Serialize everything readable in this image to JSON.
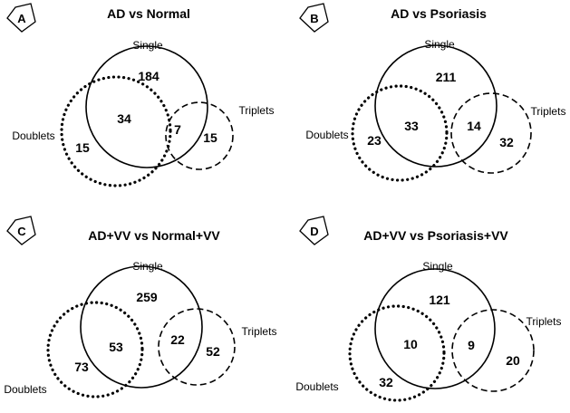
{
  "panels": [
    {
      "letter": "A",
      "title": "AD vs Normal",
      "sets": {
        "single": "Single",
        "doublets": "Doublets",
        "triplets": "Triplets"
      },
      "counts": {
        "single_only": "184",
        "single_doublets": "34",
        "doublets_only": "15",
        "single_triplets": "7",
        "triplets_only": "15"
      }
    },
    {
      "letter": "B",
      "title": "AD vs Psoriasis",
      "sets": {
        "single": "Single",
        "doublets": "Doublets",
        "triplets": "Triplets"
      },
      "counts": {
        "single_only": "211",
        "single_doublets": "33",
        "doublets_only": "23",
        "single_triplets": "14",
        "triplets_only": "32"
      }
    },
    {
      "letter": "C",
      "title": "AD+VV vs Normal+VV",
      "sets": {
        "single": "Single",
        "doublets": "Doublets",
        "triplets": "Triplets"
      },
      "counts": {
        "single_only": "259",
        "single_doublets": "53",
        "doublets_only": "73",
        "single_triplets": "22",
        "triplets_only": "52"
      }
    },
    {
      "letter": "D",
      "title": "AD+VV vs Psoriasis+VV",
      "sets": {
        "single": "Single",
        "doublets": "Doublets",
        "triplets": "Triplets"
      },
      "counts": {
        "single_only": "121",
        "single_doublets": "10",
        "doublets_only": "32",
        "single_triplets": "9",
        "triplets_only": "20"
      }
    }
  ]
}
